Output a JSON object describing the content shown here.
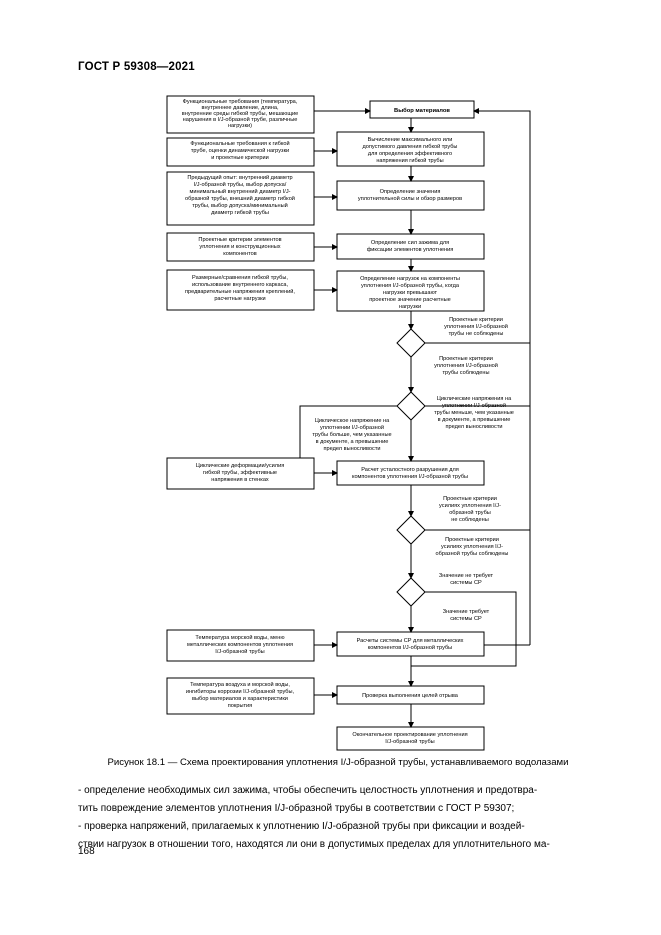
{
  "header": {
    "standard": "ГОСТ Р 59308—2021"
  },
  "flowchart": {
    "left_boxes": [
      [
        "Функциональные требования (температура,",
        "внутреннее давление, длина,",
        "внутренние среды гибкой трубы, мешающие",
        "нарушения в I/J-образной трубе, различные",
        "нагрузки)"
      ],
      [
        "Функциональные требования к гибкой",
        "трубе, оценки динамической нагрузки",
        "и проектные критерии"
      ],
      [
        "Предыдущий опыт: внутренний диаметр",
        "I/J-образной трубы, выбор допуска/",
        "минимальный внутренний диаметр I/J-",
        "образной трубы, внешний диаметр гибкой",
        "трубы, выбор допуска/минимальный",
        "диаметр гибкой трубы"
      ],
      [
        "Проектные критерии элементов",
        "уплотнения и конструкционных",
        "компонентов"
      ],
      [
        "Размерные/сравнения гибкой трубы,",
        "использование внутреннего каркаса,",
        "предварительные напряжения креплений,",
        "расчетные нагрузки"
      ],
      [
        "Циклические деформации/усилия",
        "гибкой трубы, эффективные",
        "напряжения в стенках"
      ],
      [
        "Температура морской воды, меню",
        "металлических компонентов уплотнения",
        "I/J-образной трубы"
      ],
      [
        "Температура воздуха и морской воды,",
        "ингибиторы коррозии I/J-образной трубы,",
        "выбор материалов и характеристики",
        "покрытия"
      ]
    ],
    "center_boxes": [
      [
        "Выбор материалов"
      ],
      [
        "Вычисление максимального или",
        "допустимого давления гибкой трубы",
        "для определения эффективного",
        "напряжения гибкой трубы"
      ],
      [
        "Определение значения",
        "уплотнительной силы и обзор размеров"
      ],
      [
        "Определение сил зажима для",
        "фиксации элементов уплотнения"
      ],
      [
        "Определение нагрузок на компоненты",
        "уплотнения I/J-образной трубы, когда",
        "нагрузки превышают",
        "проектное значение расчетные",
        "нагрузки"
      ],
      [
        "Расчет усталостного разрушения для",
        "компонентов уплотнения I/J-образной трубы"
      ],
      [
        "Расчеты системы СР для металлических",
        "компонентов I/J-образной трубы"
      ],
      [
        "Проверка выполнения целей отрыва"
      ],
      [
        "Окончательное проектирование уплотнения",
        "I/J-образной трубы"
      ]
    ],
    "labels": {
      "d1_yes": [
        "Проектные критерии",
        "уплотнения I/J-образной",
        "трубы не соблюдены"
      ],
      "d1_no": [
        "Проектные критерии",
        "уплотнения I/J-образной",
        "трубы соблюдены"
      ],
      "d2_yes": [
        "Циклические напряжения на",
        "уплотнении I/J-образной",
        "трубы меньше, чем указанные",
        "в документе, а превышение",
        "предел выносливости"
      ],
      "d2_no": [
        "Циклическое напряжение на",
        "уплотнении I/J-образной",
        "трубы больше, чем указанные",
        "в документе, а превышение",
        "предел выносливости"
      ],
      "d3_yes": [
        "Проектные критерии",
        "усилиях уплотнения I/J-",
        "образной трубы",
        "не соблюдены"
      ],
      "d3_no": [
        "Проектные критерии",
        "усилиях уплотнения I/J-",
        "образной трубы соблюдены"
      ],
      "d4_yes": [
        "Значение не требует",
        "системы СР"
      ],
      "d4_no": [
        "Значение требует",
        "системы СР"
      ]
    }
  },
  "caption": "Рисунок 18.1 — Схема проектирования уплотнения I/J-образной трубы, устанавливаемого водолазами",
  "body": {
    "para1": [
      "- определение необходимых сил зажима, чтобы обеспечить целостность уплотнения и предотвра-",
      "тить повреждение элементов уплотнения I/J-образной трубы в соответствии с ГОСТ Р 59307;"
    ],
    "para2": [
      "- проверка напряжений, прилагаемых к уплотнению I/J-образной трубы при фиксации и воздей-",
      "ствии нагрузок в отношении того, находятся ли они в допустимых пределах для уплотнительного ма-"
    ],
    "page_number": "168"
  }
}
